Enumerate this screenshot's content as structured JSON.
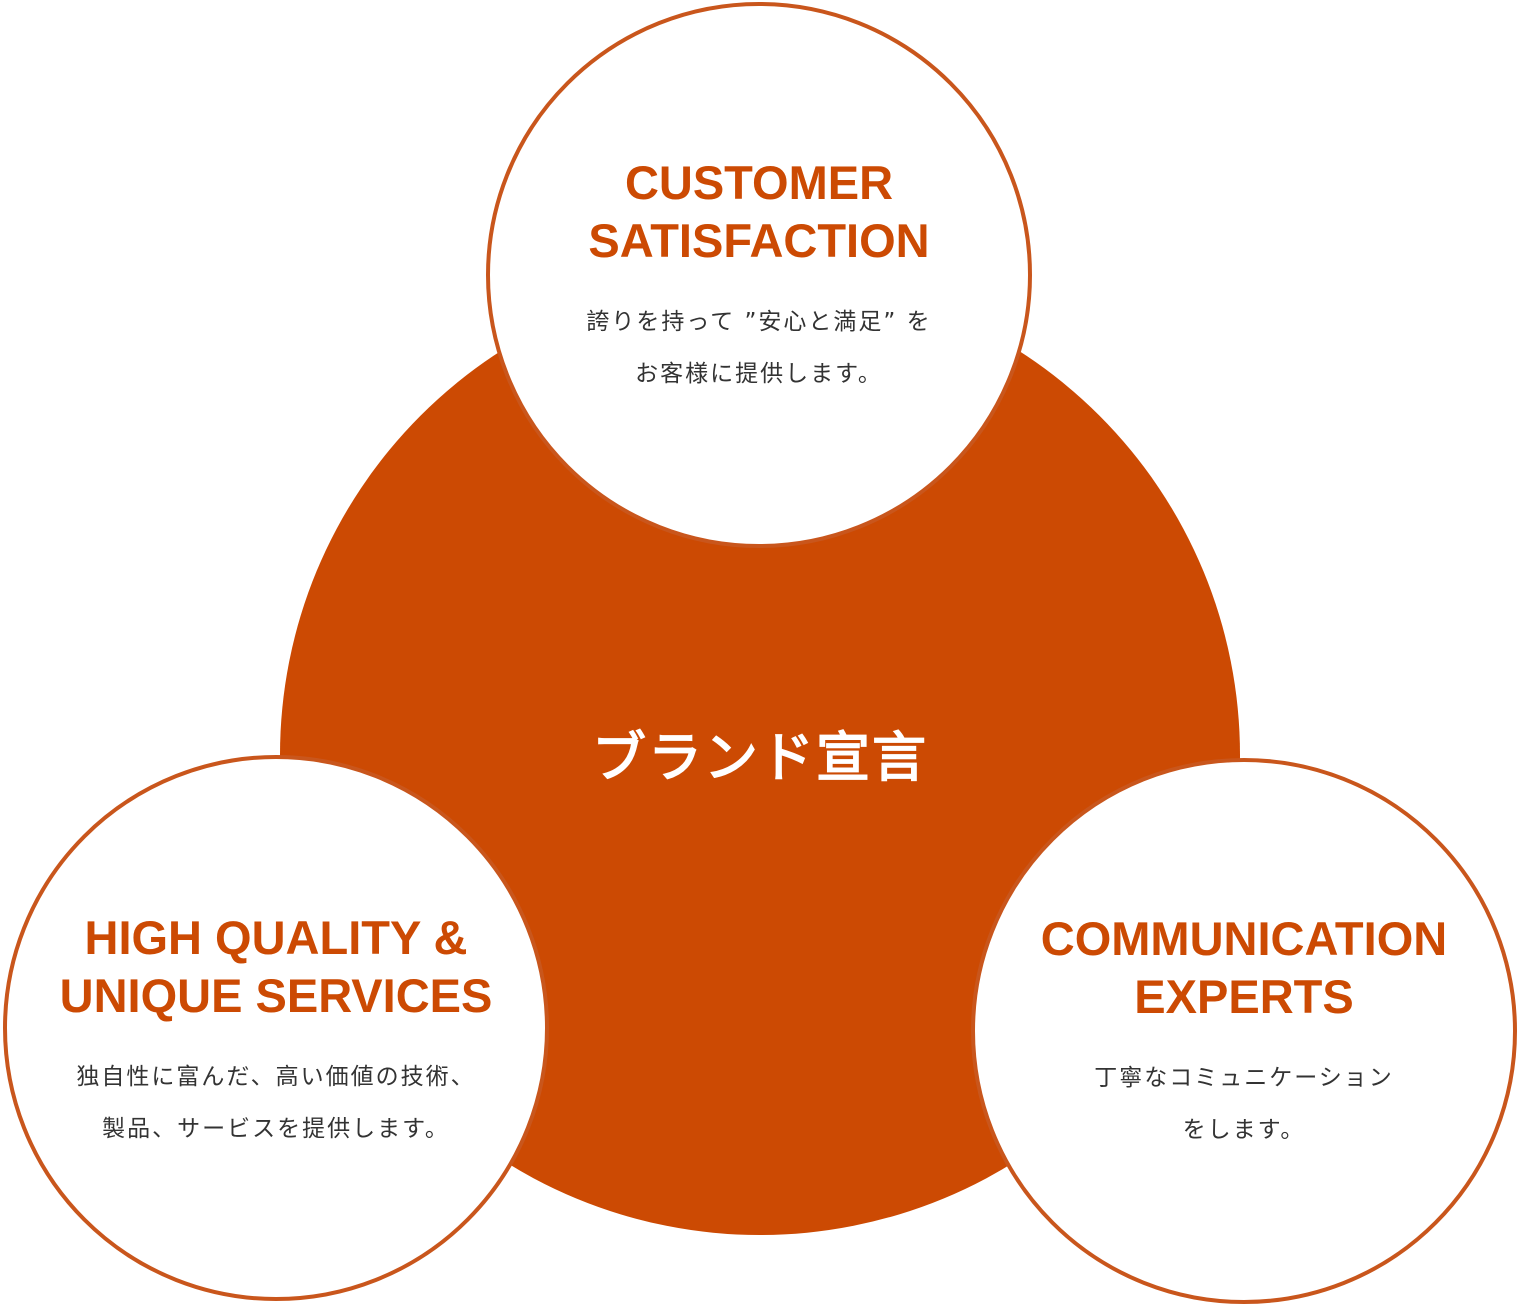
{
  "center": {
    "title": "ブランド宣言"
  },
  "nodes": {
    "top": {
      "title_line1": "CUSTOMER",
      "title_line2": "SATISFACTION",
      "desc_line1": "誇りを持って ”安心と満足” を",
      "desc_line2": "お客様に提供します。"
    },
    "left": {
      "title_line1": "HIGH QUALITY &",
      "title_line2": "UNIQUE SERVICES",
      "desc_line1": "独自性に富んだ、高い価値の技術、",
      "desc_line2": "製品、サービスを提供します。"
    },
    "right": {
      "title_line1": "COMMUNICATION",
      "title_line2": "EXPERTS",
      "desc_line1": "丁寧なコミュニケーション",
      "desc_line2": "をします。"
    }
  },
  "colors": {
    "accent": "#cc4a03",
    "circle_border": "#c9561c",
    "text": "#333333",
    "background": "#ffffff"
  }
}
